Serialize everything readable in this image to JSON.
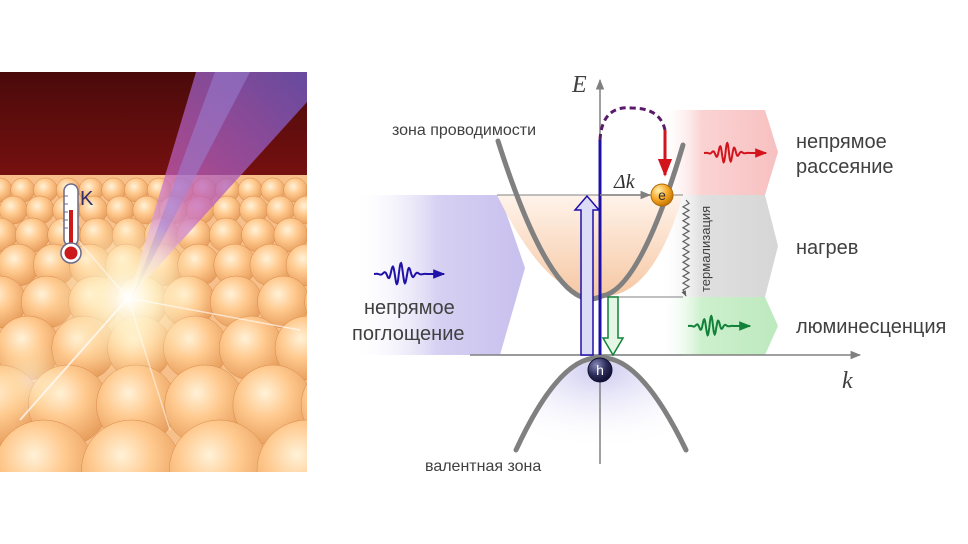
{
  "thermometer_unit": "K",
  "axes": {
    "energy_label": "E",
    "momentum_label": "k"
  },
  "delta_k_label": "Δk",
  "particles": {
    "electron": "e",
    "hole": "h"
  },
  "bands": {
    "conduction": "зона проводимости",
    "valence": "валентная зона"
  },
  "thermalization_label": "термализация",
  "processes": {
    "absorption_line1": "непрямое",
    "absorption_line2": "поглощение",
    "scattering_line1": "непрямое",
    "scattering_line2": "рассеяние",
    "heating": "нагрев",
    "luminescence": "люминесценция"
  },
  "colors": {
    "absorption": "#1f10a8",
    "scattering": "#d4141c",
    "luminescence": "#12823a",
    "band_curve": "#808080",
    "text": "#404040"
  }
}
